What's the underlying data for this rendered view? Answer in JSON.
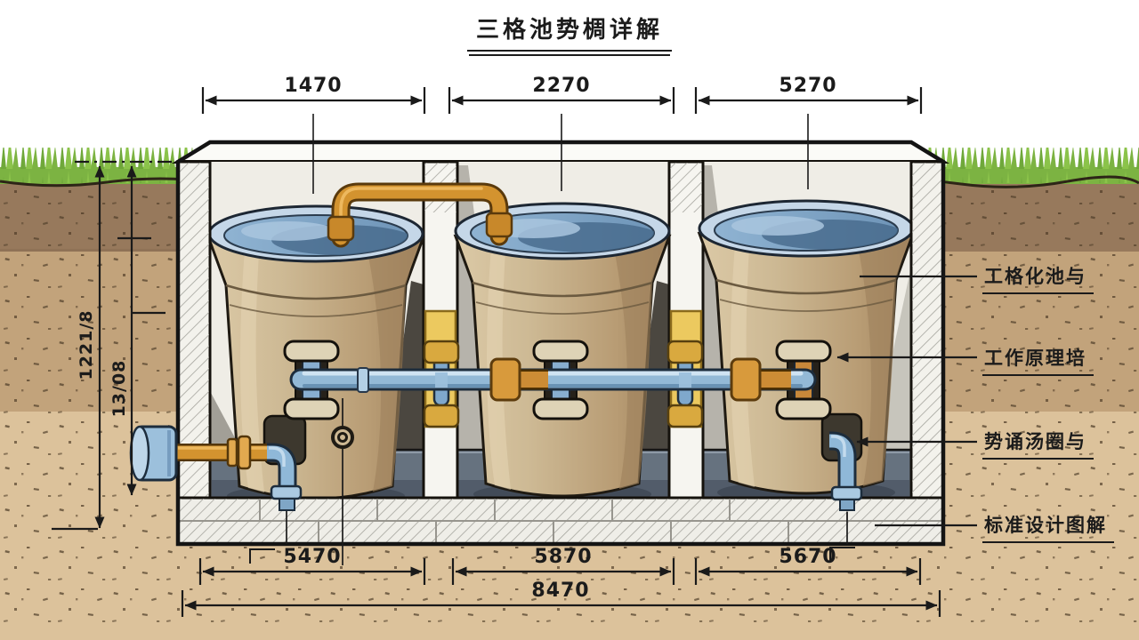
{
  "title": "三格池势椆详解",
  "dimensions": {
    "top": [
      "1470",
      "2270",
      "5270"
    ],
    "bottom": [
      "5470",
      "5870",
      "5670"
    ],
    "overall": "8470",
    "left_outer": "1221/8",
    "left_inner": "13/08"
  },
  "callouts": [
    {
      "label": "工格化池与"
    },
    {
      "label": "工作原理培"
    },
    {
      "label": "势诵汤圈与"
    },
    {
      "label": "标准设计图解"
    }
  ],
  "colors": {
    "pipe_blue": "#8fb8d8",
    "pipe_orange": "#d3932f",
    "seal_yellow": "#ecc95f",
    "grass_green": "#7cb342",
    "soil_brown": "#c2a37b",
    "water_blue": "#7ba3c8",
    "line_black": "#1a1a1a"
  }
}
